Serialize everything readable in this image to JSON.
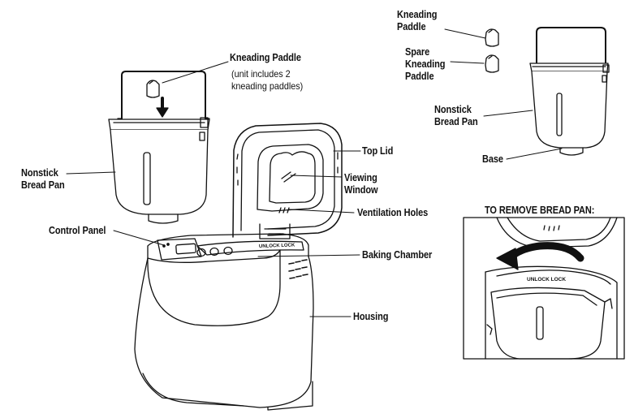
{
  "labels": {
    "kneading_paddle_main": "Kneading Paddle",
    "kneading_paddle_note": [
      "(unit includes 2",
      "kneading paddles)"
    ],
    "nonstick_pan_left": [
      "Nonstick",
      "Bread Pan"
    ],
    "top_lid": "Top Lid",
    "viewing_window": [
      "Viewing",
      "Window"
    ],
    "ventilation_holes": "Ventilation Holes",
    "control_panel": "Control Panel",
    "baking_chamber": "Baking Chamber",
    "housing": "Housing",
    "kneading_paddle_top": [
      "Kneading",
      "Paddle"
    ],
    "spare_kneading_paddle": [
      "Spare",
      "Kneading",
      "Paddle"
    ],
    "nonstick_pan_right": [
      "Nonstick",
      "Bread Pan"
    ],
    "base": "Base",
    "remove_pan_title": "TO REMOVE BREAD PAN:",
    "unlock_lock_main": "UNLOCK  LOCK",
    "unlock_lock_inset": "UNLOCK  LOCK"
  }
}
